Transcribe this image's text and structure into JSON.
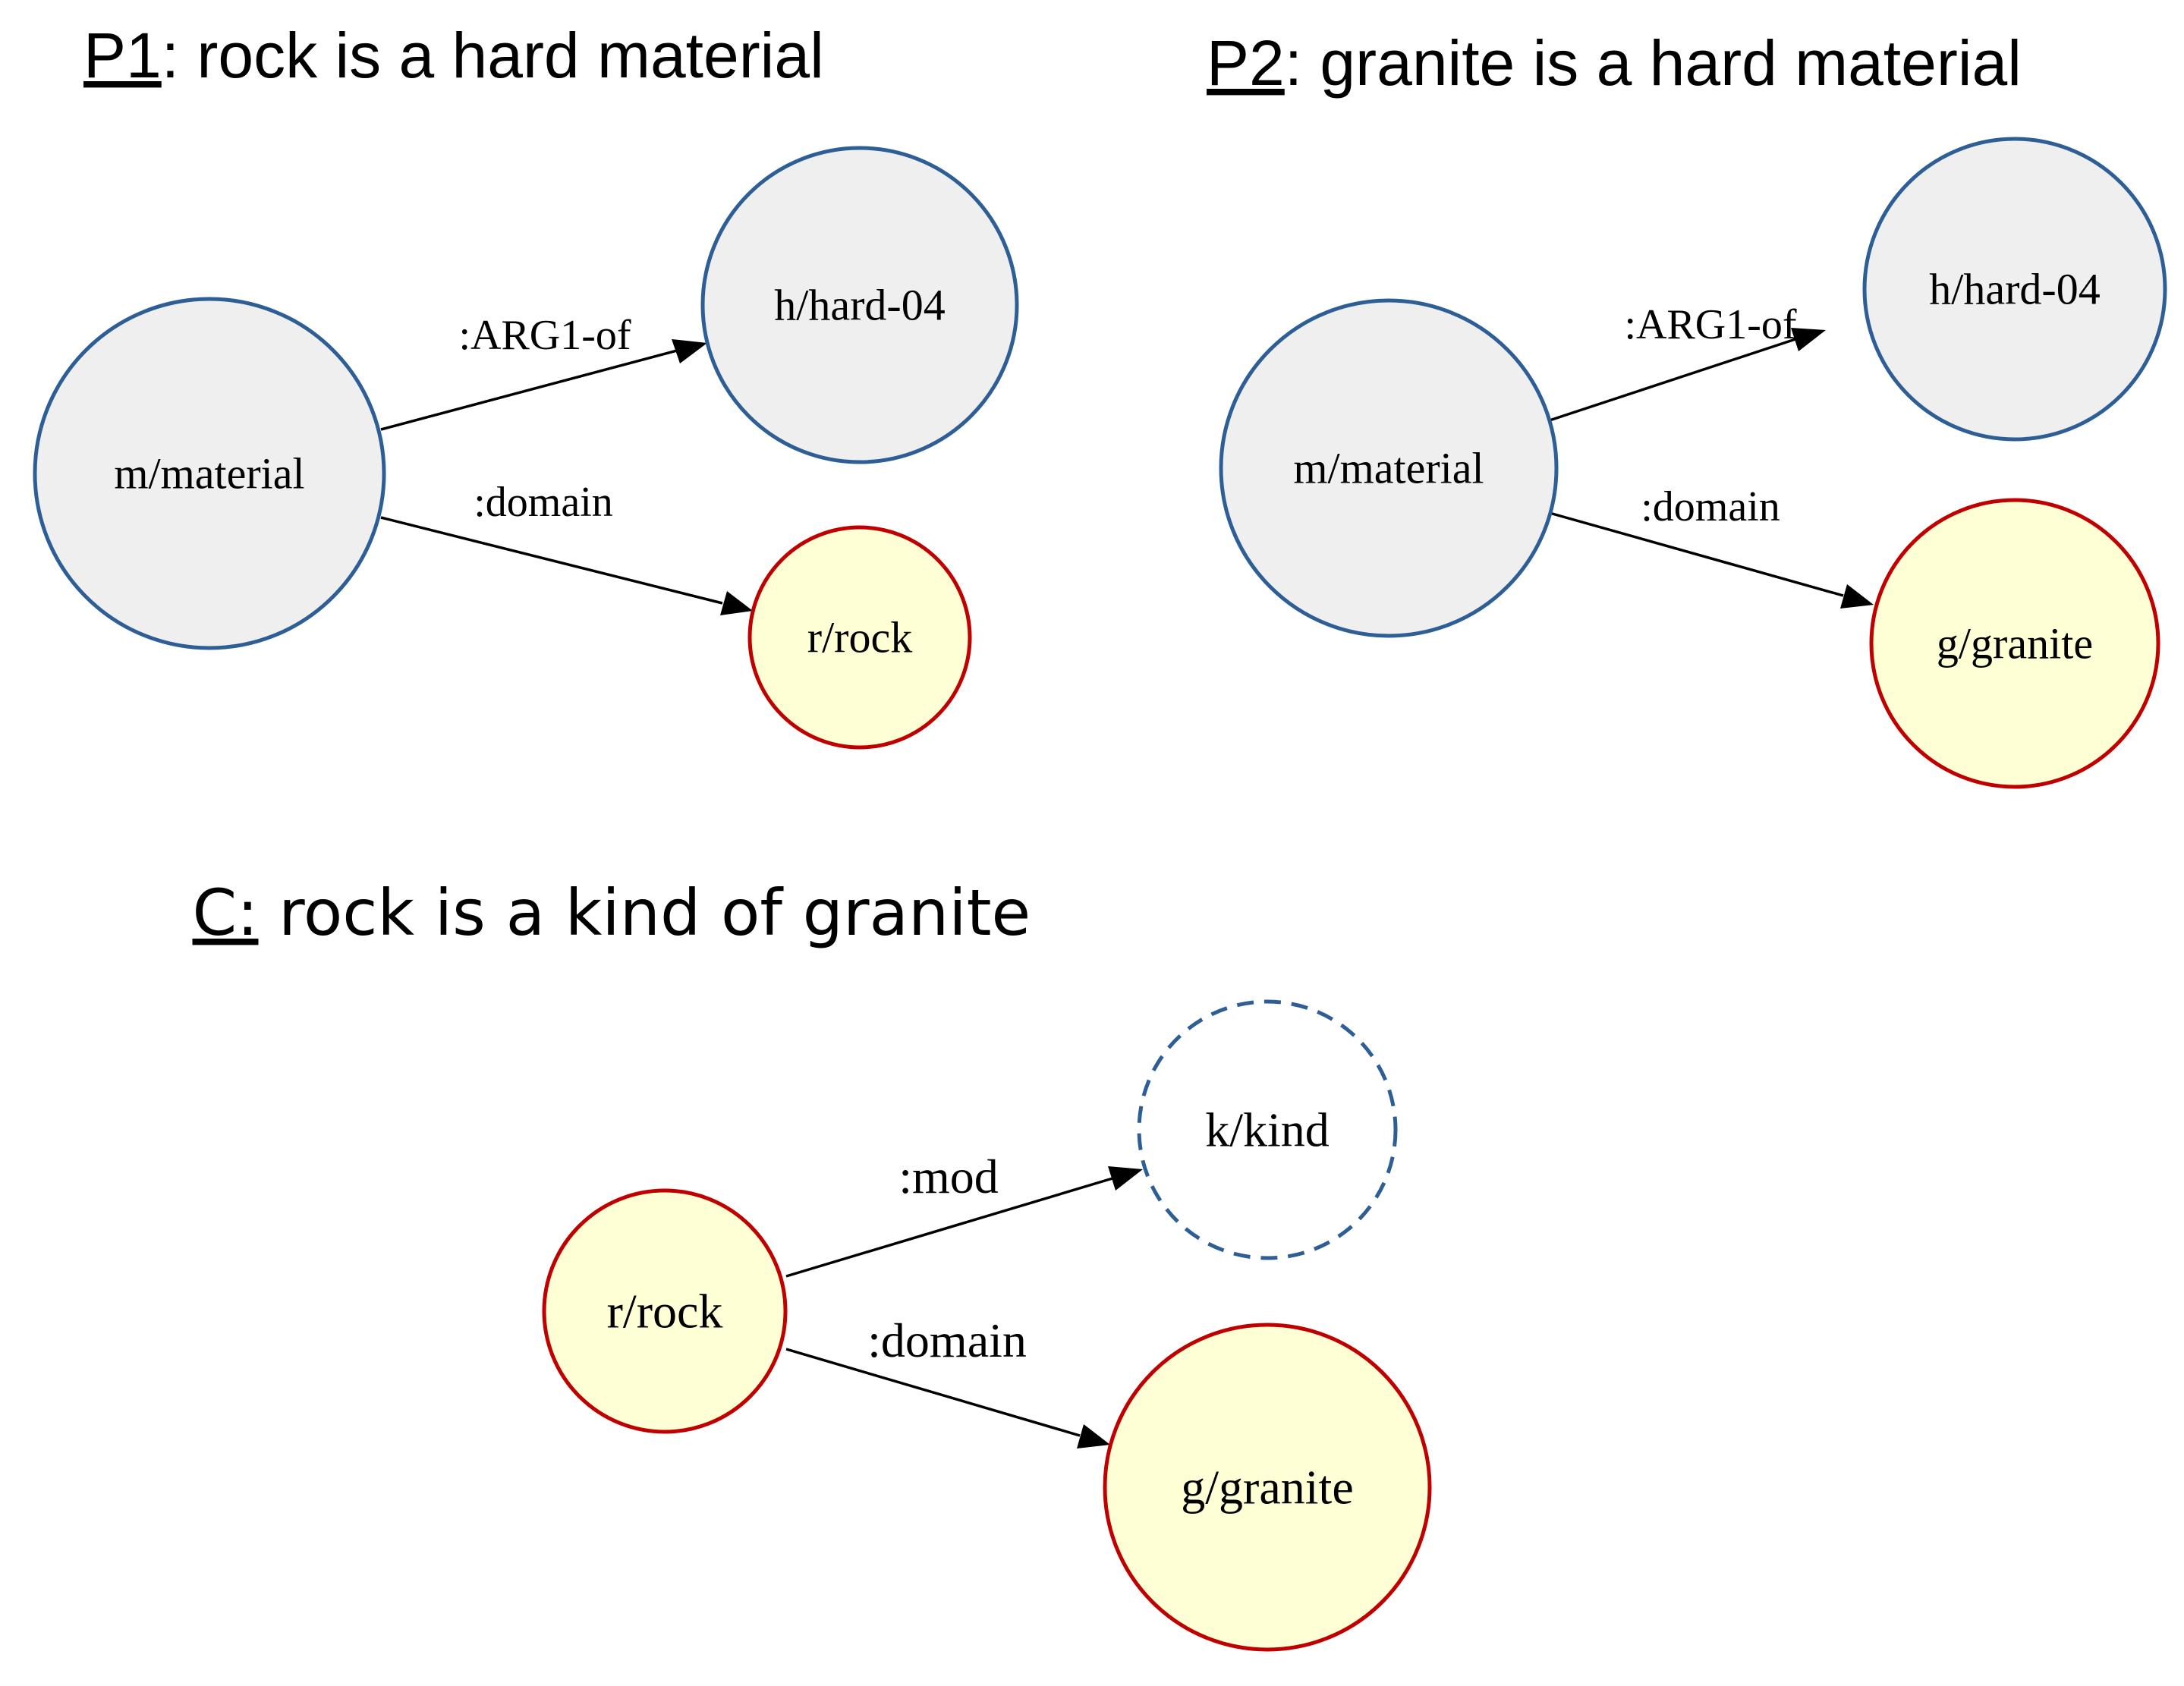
{
  "colors": {
    "concept_stroke": "#2e5e96",
    "concept_fill": "#efefef",
    "entity_stroke": "#c00000",
    "entity_fill": "#ffffd5",
    "edge": "#000000"
  },
  "panels": {
    "p1": {
      "prefix": "P1",
      "title": ": rock is a hard material",
      "nodes": {
        "root": "m/material",
        "top": "h/hard-04",
        "bottom": "r/rock"
      },
      "edges": {
        "top": ":ARG1-of",
        "bottom": ":domain"
      }
    },
    "p2": {
      "prefix": "P2",
      "title": ": granite is a hard material",
      "nodes": {
        "root": "m/material",
        "top": "h/hard-04",
        "bottom": "g/granite"
      },
      "edges": {
        "top": ":ARG1-of",
        "bottom": ":domain"
      }
    },
    "c": {
      "prefix": "C:",
      "title": " rock is a kind of granite",
      "nodes": {
        "root": "r/rock",
        "top": "k/kind",
        "bottom": "g/granite"
      },
      "edges": {
        "top": ":mod",
        "bottom": ":domain"
      }
    }
  }
}
